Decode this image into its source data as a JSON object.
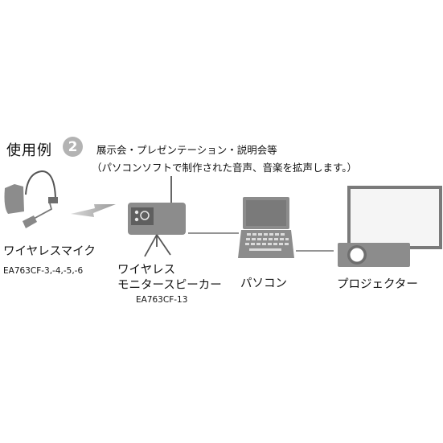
{
  "heading": {
    "title": "使用例",
    "step_number": "2",
    "description_line1": "展示会・プレゼンテーション・説明会等",
    "description_line2": "（パソコンソフトで制作された音声、音楽を拡声します。）"
  },
  "devices": {
    "microphone": {
      "label": "ワイヤレスマイク",
      "model": "EA763CF-3,-4,-5,-6"
    },
    "speaker": {
      "label_line1": "ワイヤレス",
      "label_line2": "モニタースピーカー",
      "model": "EA763CF-13"
    },
    "pc": {
      "label": "パソコン"
    },
    "projector": {
      "label": "プロジェクター"
    }
  },
  "colors": {
    "device_gray": "#8c8c8c",
    "circle_gray": "#b3b3b3",
    "line_gray": "#555555"
  }
}
